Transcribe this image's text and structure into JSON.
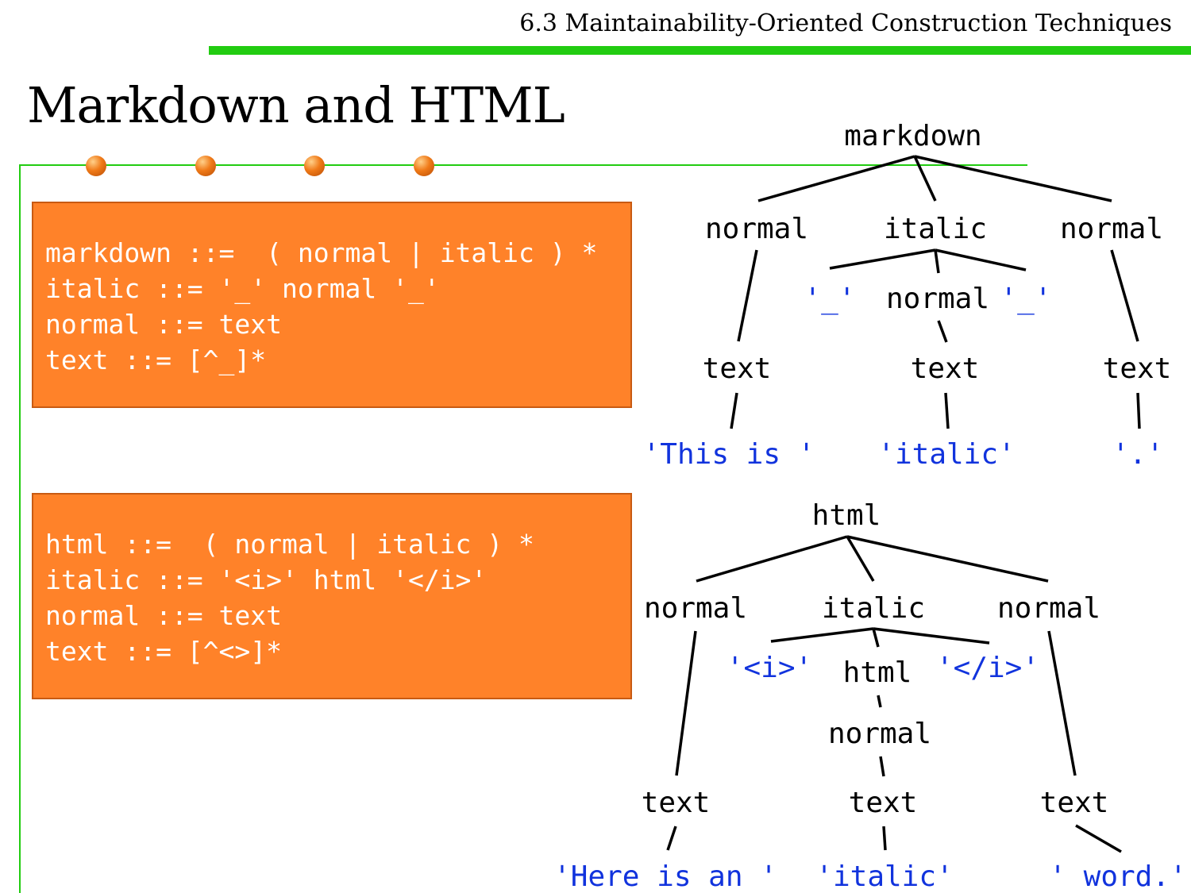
{
  "header": {
    "section_title": "6.3 Maintainability-Oriented Construction Techniques"
  },
  "slide": {
    "title": "Markdown and HTML"
  },
  "grammars": {
    "markdown": [
      "markdown ::=  ( normal | italic ) *",
      "italic ::= '_' normal '_'",
      "normal ::= text",
      "text ::= [^_]*"
    ],
    "html": [
      "html ::=  ( normal | italic ) *",
      "italic ::= '<i>' html '</i>'",
      "normal ::= text",
      "text ::= [^<>]*"
    ]
  },
  "trees": {
    "markdown": {
      "root": "markdown",
      "normal_left": "normal",
      "italic": "italic",
      "normal_right": "normal",
      "open_delim": "'_'",
      "italic_normal": "normal",
      "close_delim": "'_'",
      "text_left": "text",
      "text_mid": "text",
      "text_right": "text",
      "leaf_left": "'This is '",
      "leaf_mid": "'italic'",
      "leaf_right": "'.'"
    },
    "html": {
      "root": "html",
      "normal_left": "normal",
      "italic": "italic",
      "normal_right": "normal",
      "open_tag": "'<i>'",
      "inner_html": "html",
      "close_tag": "'</i>'",
      "inner_normal": "normal",
      "text_left": "text",
      "text_mid": "text",
      "text_right": "text",
      "leaf_left": "'Here is an '",
      "leaf_mid": "'italic'",
      "leaf_right": "' word.'"
    }
  },
  "colors": {
    "accent_green": "#22cc11",
    "box_orange": "#ff8229",
    "leaf_blue": "#1133dd"
  }
}
